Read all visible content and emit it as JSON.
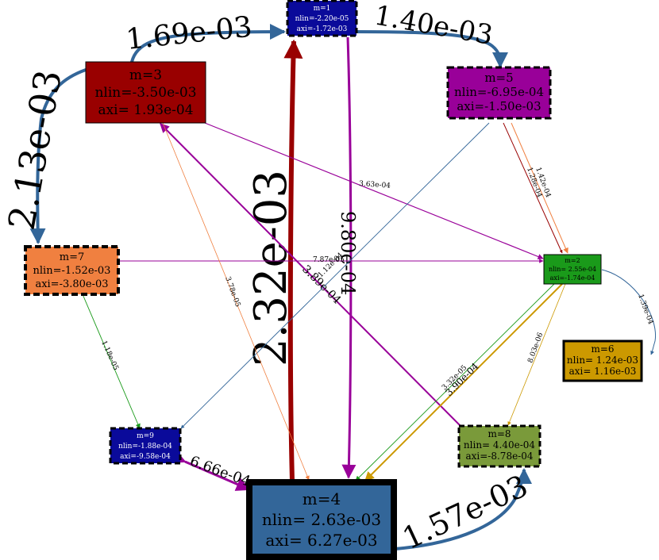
{
  "nodes": [
    {
      "id": "n1",
      "name": "m=1",
      "nlin": "nlin=-2.20e-05",
      "axi": "axi=-1.72e-03",
      "fill": "#0a0a9a",
      "text_color": "#ffffff",
      "border": "dashed"
    },
    {
      "id": "n2",
      "name": "m=2",
      "nlin": "nlin= 2.55e-04",
      "axi": "axi=-1.74e-04",
      "fill": "#1a9a1a",
      "text_color": "#000000",
      "border": "thin"
    },
    {
      "id": "n3",
      "name": "m=3",
      "nlin": "nlin=-3.50e-03",
      "axi": "axi= 1.93e-04",
      "fill": "#990000",
      "text_color": "#000000",
      "border": "thin"
    },
    {
      "id": "n4",
      "name": "m=4",
      "nlin": "nlin= 2.63e-03",
      "axi": "axi= 6.27e-03",
      "fill": "#336699",
      "text_color": "#000000",
      "border": "thick"
    },
    {
      "id": "n5",
      "name": "m=5",
      "nlin": "nlin=-6.95e-04",
      "axi": "axi=-1.50e-03",
      "fill": "#990099",
      "text_color": "#000000",
      "border": "dashed"
    },
    {
      "id": "n6",
      "name": "m=6",
      "nlin": "nlin= 1.24e-03",
      "axi": "axi= 1.16e-03",
      "fill": "#cc9900",
      "text_color": "#000000",
      "border": "medium"
    },
    {
      "id": "n7",
      "name": "m=7",
      "nlin": "nlin=-1.52e-03",
      "axi": "axi=-3.80e-03",
      "fill": "#f08040",
      "text_color": "#000000",
      "border": "dashed"
    },
    {
      "id": "n8",
      "name": "m=8",
      "nlin": "nlin= 4.40e-04",
      "axi": "axi=-8.78e-04",
      "fill": "#7a9a3a",
      "text_color": "#000000",
      "border": "dashed"
    },
    {
      "id": "n9",
      "name": "m=9",
      "nlin": "nlin=-1.88e-04",
      "axi": "axi=-9.58e-04",
      "fill": "#0a0a9a",
      "text_color": "#ffffff",
      "border": "dashed"
    }
  ],
  "edges": [
    {
      "id": "e3-1",
      "label": "1.69e-03",
      "color": "#336699"
    },
    {
      "id": "e1-5",
      "label": "1.40e-03",
      "color": "#336699"
    },
    {
      "id": "e3-7",
      "label": "2.13e-03",
      "color": "#336699"
    },
    {
      "id": "e4-1",
      "label": "2.32e-03",
      "color": "#990000"
    },
    {
      "id": "e1-4",
      "label": "9.80e-04",
      "color": "#990099"
    },
    {
      "id": "e4-8",
      "label": "1.57e-03",
      "color": "#336699"
    },
    {
      "id": "e9-4",
      "label": "6.66e-04",
      "color": "#990099"
    },
    {
      "id": "e3-2",
      "label": "3.63e-04",
      "color": "#990099"
    },
    {
      "id": "e7-2",
      "label": "7.87e-05",
      "color": "#990099"
    },
    {
      "id": "e5-2a",
      "label": "1.42e-04",
      "color": "#f08040"
    },
    {
      "id": "e5-2b",
      "label": "1.28e-04",
      "color": "#990000"
    },
    {
      "id": "e2-6",
      "label": "1.39e-04",
      "color": "#336699"
    },
    {
      "id": "e8-3",
      "label": "3.89e-04",
      "color": "#990099"
    },
    {
      "id": "e5-9",
      "label": "1.12e-04",
      "color": "#336699"
    },
    {
      "id": "e3-4",
      "label": "3.78e-05",
      "color": "#f08040"
    },
    {
      "id": "e7-9",
      "label": "1.18e-05",
      "color": "#1a9a1a"
    },
    {
      "id": "e2-4a",
      "label": "3.32e-05",
      "color": "#1a9a1a"
    },
    {
      "id": "e2-4b",
      "label": "3.90e-04",
      "color": "#cc9900"
    },
    {
      "id": "e2-8",
      "label": "8.03e-06",
      "color": "#cc9900"
    }
  ]
}
